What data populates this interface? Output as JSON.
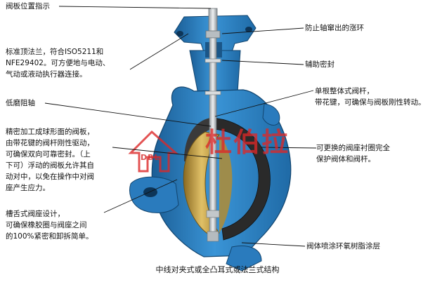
{
  "labels": {
    "disc_indicator": "阀板位置指示",
    "flange_std": [
      "标准顶法兰，符合ISO5211和",
      "NFE29402。可方便地与电动、",
      "气动或液动执行器连接。"
    ],
    "low_friction_shaft": "低磨阻轴",
    "disc_desc": [
      "精密加工成球形面的阀板，",
      "由带花键的阀杆刚性驱动，",
      "可确保双向可靠密封。（上",
      "下可）浮动的阀板允许其自",
      "动对中，以免在操作中对阀",
      "座产生应力。"
    ],
    "seat_groove": [
      "槽舌式阀座设计，",
      "可确保橡胶圈与阀座之间",
      "的100%紧密和卸拆简单。"
    ],
    "anti_blowout": "防止轴窜出的涨环",
    "aux_seal": "辅助密封",
    "one_piece_stem": [
      "单根整体式阀杆，",
      "带花键，可确保与阀板刚性转动。"
    ],
    "replaceable_liner": [
      "可更换的阀座衬圈完全",
      "保护阀体和阀杆。"
    ],
    "epoxy_coating": "阀体喷涂环氧树脂涂层"
  },
  "caption": "中线对夹式或全凸耳式或法兰式结构",
  "watermark": {
    "brand": "杜伯拉",
    "sub": "DBL"
  },
  "colors": {
    "body_blue": "#2f86c9",
    "body_dark": "#1b5e96",
    "liner": "#2a2a2a",
    "disc_gold": "#c9a64a",
    "stem": "#cfd3d6",
    "watermark": "#dc2828"
  }
}
